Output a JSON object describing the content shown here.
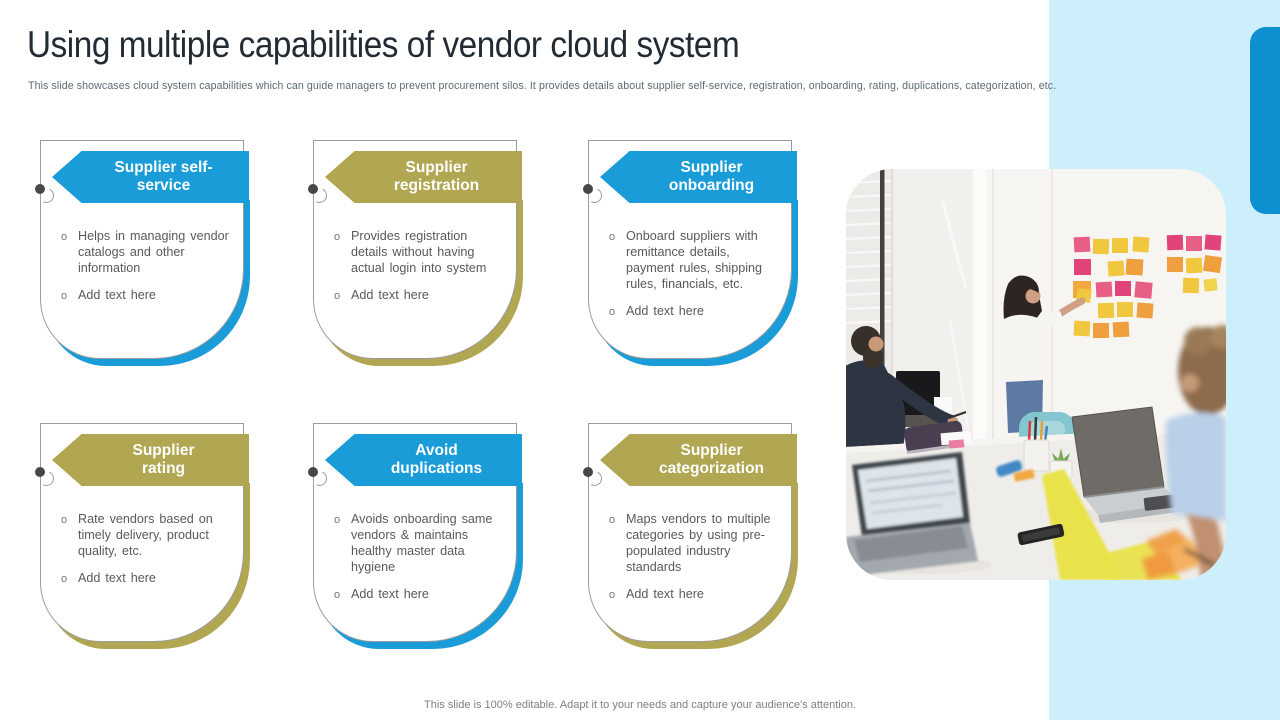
{
  "slide": {
    "title": "Using multiple capabilities of vendor cloud system",
    "subtitle": "This slide showcases cloud system capabilities which can guide managers to prevent procurement silos. It provides details about supplier self-service, registration, onboarding, rating, duplications, categorization, etc.",
    "footer": "This slide is 100% editable. Adapt it to your needs and capture your audience's attention."
  },
  "colors": {
    "banner_blue": "#199cd8",
    "banner_olive": "#b1a651",
    "side_panel": "#cdeefb",
    "side_tab": "#0c90d0",
    "title_text": "#222a33",
    "subtitle_text": "#5d6a73",
    "bullet_text": "#595959",
    "footer_text": "#7f7f7f",
    "card_border": "#9c9c9c",
    "connector_dot": "#474747"
  },
  "cards": [
    {
      "title": "Supplier self-\nservice",
      "accent": "blue",
      "bullets": [
        "Helps in managing vendor catalogs and other information",
        "Add text here"
      ]
    },
    {
      "title": "Supplier\nregistration",
      "accent": "olive",
      "bullets": [
        "Provides registration details without having actual login into system",
        "Add text here"
      ]
    },
    {
      "title": "Supplier\nonboarding",
      "accent": "blue",
      "bullets": [
        "Onboard suppliers with remittance details, payment rules, shipping rules, financials, etc.",
        "Add text here"
      ]
    },
    {
      "title": "Supplier\nrating",
      "accent": "olive",
      "bullets": [
        "Rate vendors based on timely delivery,  product quality, etc.",
        "Add text here"
      ]
    },
    {
      "title": "Avoid\nduplications",
      "accent": "blue",
      "bullets": [
        "Avoids onboarding same vendors  & maintains healthy master data hygiene",
        "Add text here"
      ]
    },
    {
      "title": "Supplier\ncategorization",
      "accent": "olive",
      "bullets": [
        "Maps vendors to multiple categories by using pre-populated industry standards",
        "Add text here"
      ]
    }
  ],
  "photo": {
    "description": "team meeting photo: woman placing sticky notes on wall, colleagues with laptops at table"
  }
}
